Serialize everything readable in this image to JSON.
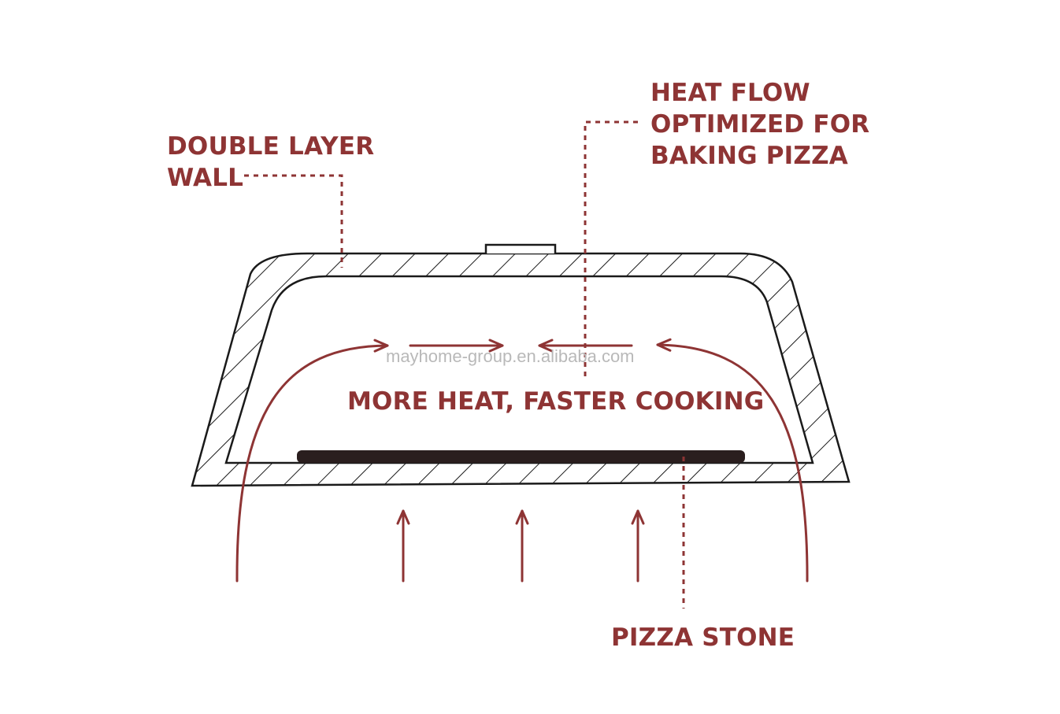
{
  "labels": {
    "double_layer_wall": [
      "DOUBLE LAYER",
      "WALL"
    ],
    "heat_flow": [
      "HEAT FLOW",
      "OPTIMIZED FOR",
      "BAKING PIZZA"
    ],
    "center": "MORE HEAT, FASTER COOKING",
    "pizza_stone": "PIZZA STONE"
  },
  "watermark": "mayhome-group.en.alibaba.com",
  "colors": {
    "accent": "#8e3434",
    "outline": "#1a1a1a",
    "stone": "#2a1e1e",
    "watermark": "#b9b9b9"
  }
}
